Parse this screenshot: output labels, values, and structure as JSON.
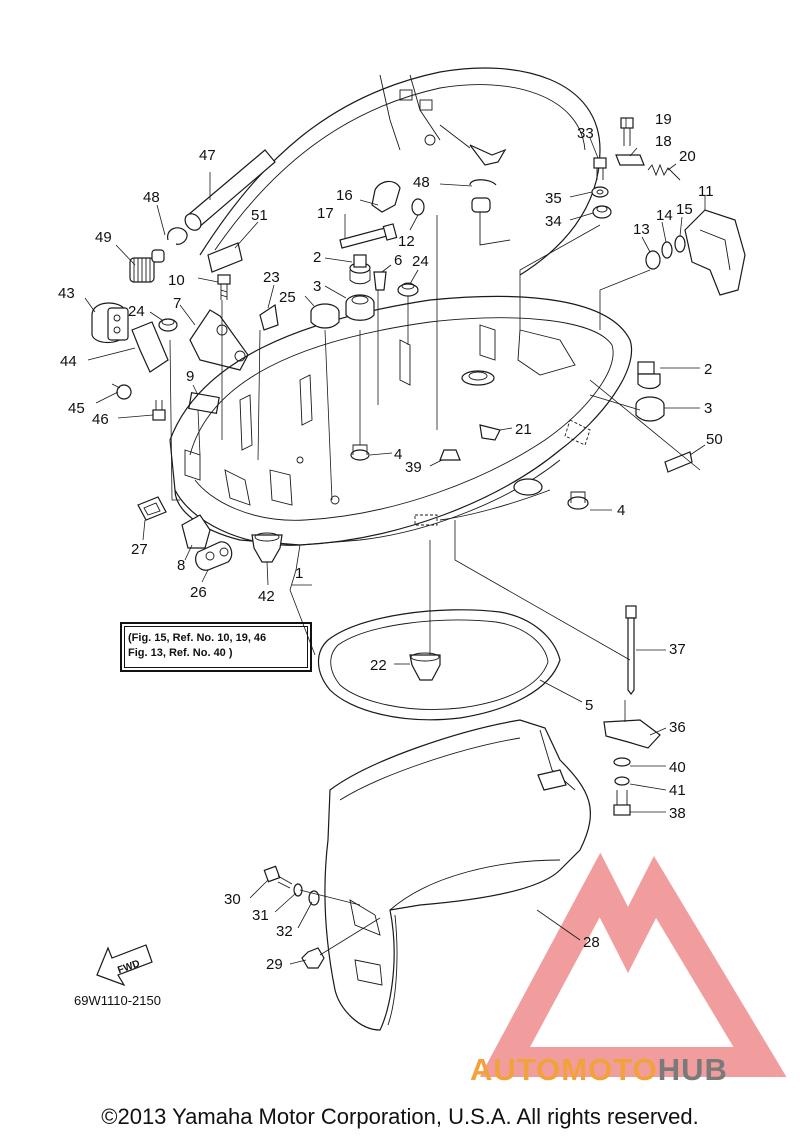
{
  "labels": [
    {
      "id": "47",
      "text": "47"
    },
    {
      "id": "48a",
      "text": "48"
    },
    {
      "id": "49",
      "text": "49"
    },
    {
      "id": "51",
      "text": "51"
    },
    {
      "id": "43",
      "text": "43"
    },
    {
      "id": "10",
      "text": "10"
    },
    {
      "id": "23",
      "text": "23"
    },
    {
      "id": "24a",
      "text": "24"
    },
    {
      "id": "7",
      "text": "7"
    },
    {
      "id": "44",
      "text": "44"
    },
    {
      "id": "9",
      "text": "9"
    },
    {
      "id": "45",
      "text": "45"
    },
    {
      "id": "46",
      "text": "46"
    },
    {
      "id": "27",
      "text": "27"
    },
    {
      "id": "8",
      "text": "8"
    },
    {
      "id": "26",
      "text": "26"
    },
    {
      "id": "42",
      "text": "42"
    },
    {
      "id": "1",
      "text": "1"
    },
    {
      "id": "16",
      "text": "16"
    },
    {
      "id": "17",
      "text": "17"
    },
    {
      "id": "12",
      "text": "12"
    },
    {
      "id": "2a",
      "text": "2"
    },
    {
      "id": "6",
      "text": "6"
    },
    {
      "id": "24b",
      "text": "24"
    },
    {
      "id": "3a",
      "text": "3"
    },
    {
      "id": "25",
      "text": "25"
    },
    {
      "id": "48b",
      "text": "48"
    },
    {
      "id": "33",
      "text": "33"
    },
    {
      "id": "19",
      "text": "19"
    },
    {
      "id": "18",
      "text": "18"
    },
    {
      "id": "20",
      "text": "20"
    },
    {
      "id": "35",
      "text": "35"
    },
    {
      "id": "34",
      "text": "34"
    },
    {
      "id": "13",
      "text": "13"
    },
    {
      "id": "14",
      "text": "14"
    },
    {
      "id": "15",
      "text": "15"
    },
    {
      "id": "11",
      "text": "11"
    },
    {
      "id": "2b",
      "text": "2"
    },
    {
      "id": "3b",
      "text": "3"
    },
    {
      "id": "50",
      "text": "50"
    },
    {
      "id": "21",
      "text": "21"
    },
    {
      "id": "4a",
      "text": "4"
    },
    {
      "id": "39",
      "text": "39"
    },
    {
      "id": "4b",
      "text": "4"
    },
    {
      "id": "37",
      "text": "37"
    },
    {
      "id": "22",
      "text": "22"
    },
    {
      "id": "5",
      "text": "5"
    },
    {
      "id": "36",
      "text": "36"
    },
    {
      "id": "40",
      "text": "40"
    },
    {
      "id": "41",
      "text": "41"
    },
    {
      "id": "38",
      "text": "38"
    },
    {
      "id": "30",
      "text": "30"
    },
    {
      "id": "31",
      "text": "31"
    },
    {
      "id": "32",
      "text": "32"
    },
    {
      "id": "29",
      "text": "29"
    },
    {
      "id": "28",
      "text": "28"
    }
  ],
  "reference_note": {
    "line1": "(Fig. 15, Ref. No. 10, 19, 46",
    "line2": "Fig. 13, Ref. No. 40 )"
  },
  "fwd_badge": "FWD",
  "drawing_code": "69W1110-2150",
  "copyright": "©2013 Yamaha Motor Corporation, U.S.A. All rights reserved.",
  "watermark": {
    "part1": "AUTOMOTO",
    "part2": "HUB",
    "color_primary": "#f2a23a",
    "color_secondary": "#7a7a7a",
    "logo_color": "#f08c8c"
  },
  "icons": {
    "fwd_arrow": "fwd-arrow-icon",
    "watermark_logo": "automotohub-logo-icon"
  }
}
